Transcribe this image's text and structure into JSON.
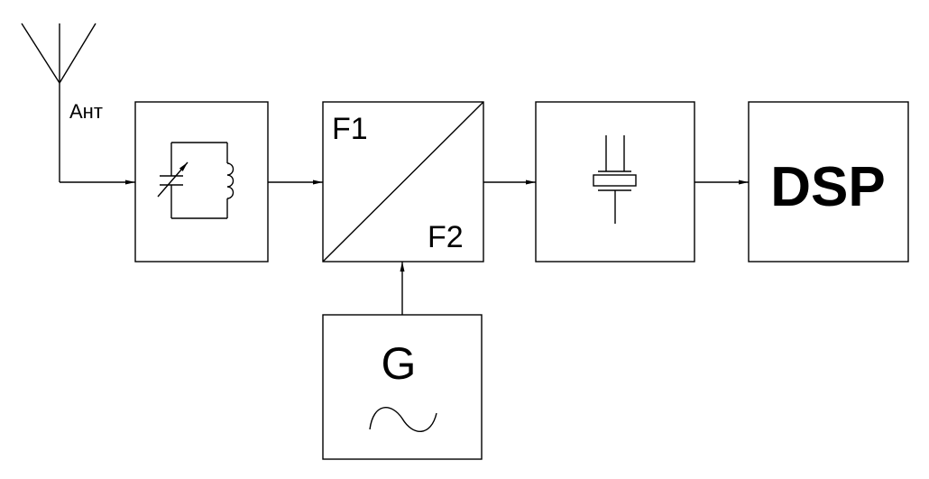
{
  "antenna": {
    "label": "Ант"
  },
  "mixer": {
    "label_in": "F1",
    "label_out": "F2"
  },
  "oscillator": {
    "label": "G"
  },
  "processor": {
    "label": "DSP"
  },
  "colors": {
    "line": "#000000",
    "background": "#ffffff"
  }
}
